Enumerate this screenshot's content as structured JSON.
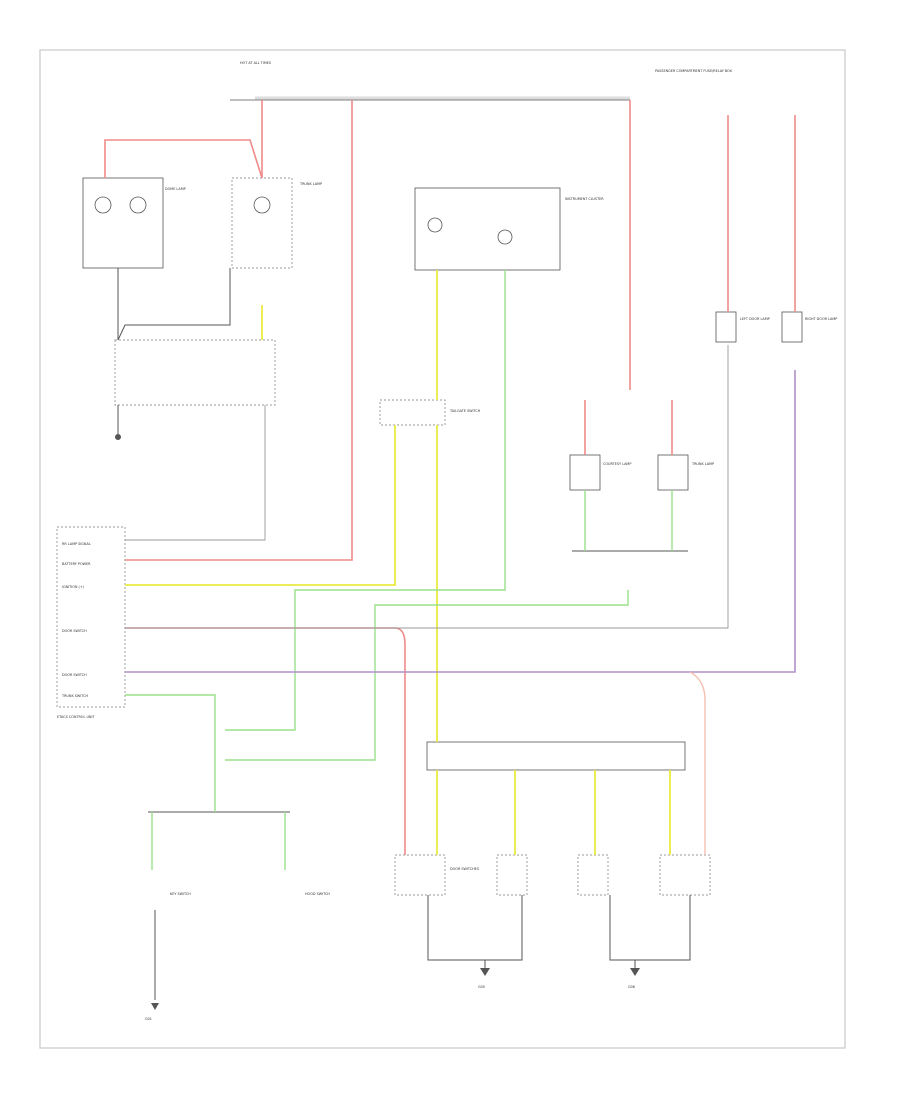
{
  "diagram": {
    "footer_code": "",
    "labels": {
      "top_fuse": "HOT AT ALL TIMES",
      "top_right_box": "PASSENGER COMPARTMENT FUSE/RELAY BOX",
      "dome_lamp": "DOME LAMP",
      "trunk_lamp": "TRUNK LAMP",
      "instrument_cluster": "INSTRUMENT CLUSTER",
      "tail_switch": "TAILGATE SWITCH",
      "left_door_lamp": "LEFT DOOR LAMP",
      "right_door_lamp": "RIGHT DOOR LAMP",
      "courtesy_lamp_l": "COURTESY LAMP",
      "courtesy_lamp_r": "TRUNK LAMP",
      "control_module": "ETACS CONTROL UNIT",
      "pin1": "RR LAMP SIGNAL",
      "pin2": "BATTERY POWER",
      "pin3": "IGNITION (+)",
      "pin4": "DOOR SWITCH",
      "pin5": "DOOR SWITCH",
      "pin6": "TRUNK SWITCH",
      "left_key_switch": "KEY SWITCH",
      "hood_switch": "HOOD SWITCH",
      "door_switches": "DOOR SWITCHES",
      "ground_left": "G01",
      "ground_mid": "G05",
      "ground_right": "G06"
    }
  }
}
